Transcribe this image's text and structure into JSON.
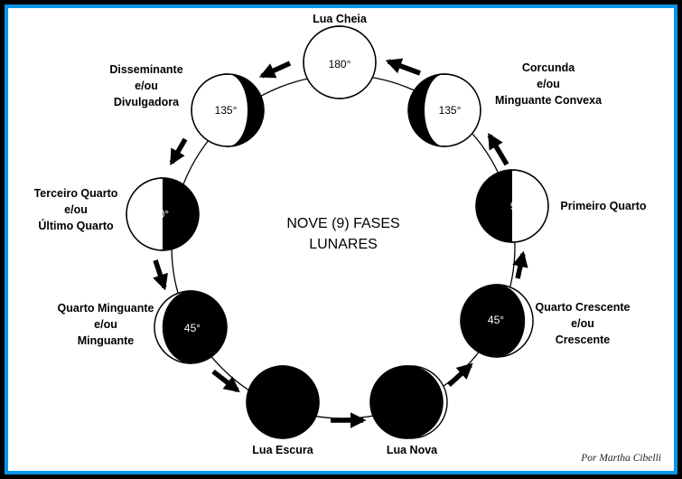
{
  "title_lines": [
    "NOVE (9) FASES",
    "LUNARES"
  ],
  "credit": "Por Martha Cibelli",
  "colors": {
    "border": "#0a95e6",
    "dark": "#000000",
    "light": "#ffffff"
  },
  "phases": [
    {
      "id": "lua-cheia",
      "label_lines": [
        "Lua Cheia"
      ],
      "angle": "180°",
      "appearance": "full"
    },
    {
      "id": "corcunda",
      "label_lines": [
        "Corcunda",
        "e/ou",
        "Minguante Convexa"
      ],
      "angle": "135°",
      "appearance": "gibbous-dark-left"
    },
    {
      "id": "primeiro-quarto",
      "label_lines": [
        "Primeiro Quarto"
      ],
      "angle": "90°",
      "appearance": "half-dark-left"
    },
    {
      "id": "quarto-crescente",
      "label_lines": [
        "Quarto Crescente",
        "e/ou",
        "Crescente"
      ],
      "angle": "45°",
      "appearance": "crescent-light-right"
    },
    {
      "id": "lua-nova",
      "label_lines": [
        "Lua Nova"
      ],
      "angle": "",
      "appearance": "new-thin-right"
    },
    {
      "id": "lua-escura",
      "label_lines": [
        "Lua Escura"
      ],
      "angle": "",
      "appearance": "dark"
    },
    {
      "id": "quarto-minguante",
      "label_lines": [
        "Quarto Minguante",
        "e/ou",
        "Minguante"
      ],
      "angle": "45°",
      "appearance": "crescent-light-left"
    },
    {
      "id": "terceiro-quarto",
      "label_lines": [
        "Terceiro Quarto",
        "e/ou",
        "Último Quarto"
      ],
      "angle": "90°",
      "appearance": "half-dark-right"
    },
    {
      "id": "disseminante",
      "label_lines": [
        "Disseminante",
        "e/ou",
        "Divulgadora"
      ],
      "angle": "135°",
      "appearance": "gibbous-dark-right"
    }
  ]
}
